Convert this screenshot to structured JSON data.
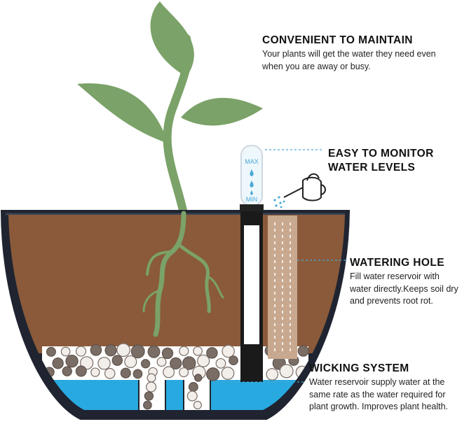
{
  "callouts": {
    "maintain": {
      "title": "CONVENIENT TO MAINTAIN",
      "line1": "Your plants will get the water they need even",
      "line2": "when you are away or busy."
    },
    "monitor": {
      "title_line1": "EASY TO MONITOR",
      "title_line2": "WATER LEVELS"
    },
    "watering": {
      "title": "WATERING HOLE",
      "line1": "Fill water reservoir with",
      "line2": "water directly.Keeps soil dry",
      "line3": "and prevents root rot."
    },
    "wicking": {
      "title": "WICKING SYSTEM",
      "line1": "Water reservoir supply water at the",
      "line2": "same rate as the water required for",
      "line3": "plant growth. Improves plant health."
    }
  },
  "indicator": {
    "max_label": "MAX",
    "min_label": "MIN"
  },
  "colors": {
    "soil": "#8a5a3a",
    "pot_rim": "#1f2430",
    "water": "#28a9e0",
    "leaf": "#7ba268",
    "pebble": "#7a6d66",
    "accent_line": "#4aa9d6"
  }
}
